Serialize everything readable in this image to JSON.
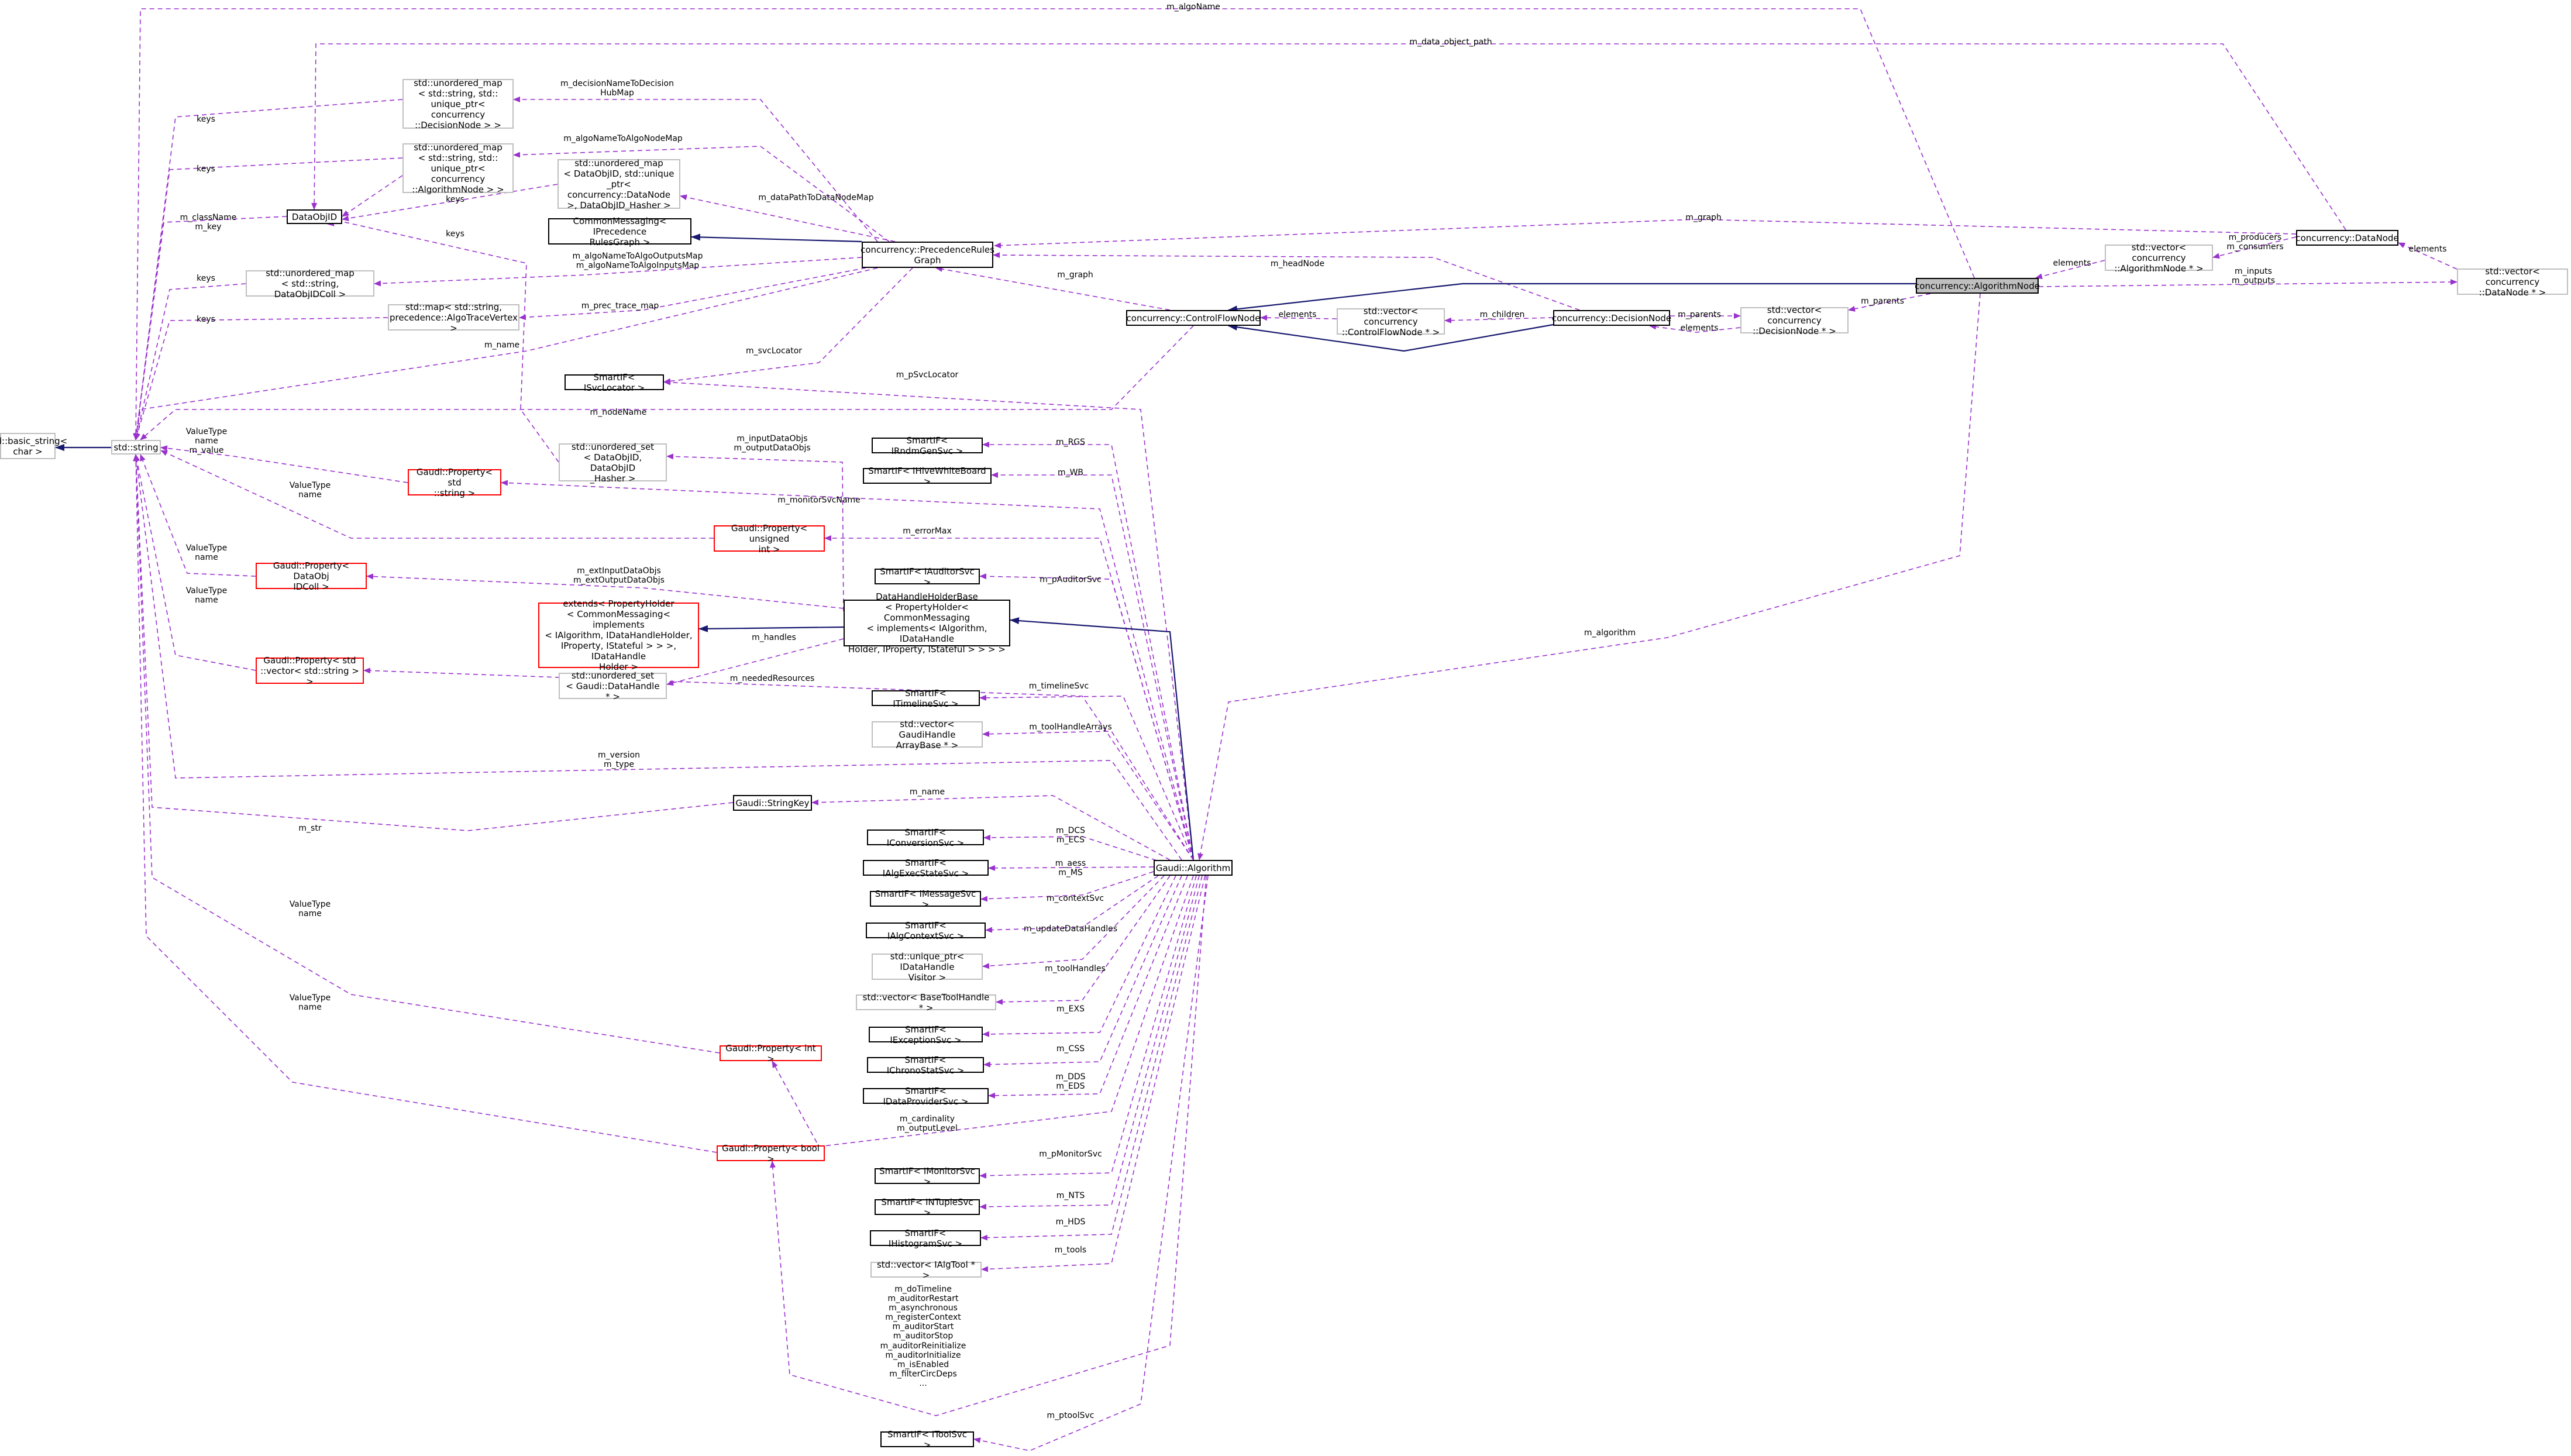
{
  "diagram": {
    "colors": {
      "member_edge": "#9a32cd",
      "inheritance_edge": "#191970",
      "focus_node_fill": "#bfbfbf",
      "class_border": "#000000",
      "undocumented_border": "#bfbfbf",
      "template_border": "#ff0000"
    },
    "nodes": [
      {
        "id": "n_basic_string",
        "label": "std::basic_string<\nchar >",
        "style": "grey"
      },
      {
        "id": "n_std_string",
        "label": "std::string",
        "style": "grey"
      },
      {
        "id": "n_dataobjid",
        "label": "DataObjID",
        "style": "black"
      },
      {
        "id": "n_umap_decision",
        "label": "std::unordered_map\n< std::string, std::\nunique_ptr< concurrency\n::DecisionNode > >",
        "style": "grey"
      },
      {
        "id": "n_umap_algorithm",
        "label": "std::unordered_map\n< std::string, std::\nunique_ptr< concurrency\n::AlgorithmNode > >",
        "style": "grey"
      },
      {
        "id": "n_umap_datapath",
        "label": "std::unordered_map\n< DataObjID, std::unique\n_ptr< concurrency::DataNode\n >, DataObjID_Hasher >",
        "style": "grey"
      },
      {
        "id": "n_irules",
        "label": "CommonMessaging< IPrecedence\nRulesGraph >",
        "style": "black"
      },
      {
        "id": "n_prgraph",
        "label": "concurrency::PrecedenceRules\nGraph",
        "style": "black"
      },
      {
        "id": "n_umap_idcoll",
        "label": "std::unordered_map\n< std::string, DataObjIDColl >",
        "style": "grey"
      },
      {
        "id": "n_map_trace",
        "label": "std::map< std::string,\nprecedence::AlgoTraceVertex >",
        "style": "grey"
      },
      {
        "id": "n_svclocator",
        "label": "SmartIF< ISvcLocator >",
        "style": "black"
      },
      {
        "id": "n_uset_dataobj",
        "label": "std::unordered_set\n< DataObjID, DataObjID\n_Hasher >",
        "style": "grey"
      },
      {
        "id": "n_prop_string",
        "label": "Gaudi::Property< std\n::string >",
        "style": "red"
      },
      {
        "id": "n_prop_uint",
        "label": "Gaudi::Property< unsigned\nint >",
        "style": "red"
      },
      {
        "id": "n_prop_idcoll",
        "label": "Gaudi::Property< DataObj\nIDColl >",
        "style": "red"
      },
      {
        "id": "n_extends",
        "label": "extends< PropertyHolder\n< CommonMessaging< implements\n< IAlgorithm, IDataHandleHolder,\n IProperty, IStateful > > >, IDataHandle\nHolder >",
        "style": "red"
      },
      {
        "id": "n_prop_vecstring",
        "label": "Gaudi::Property< std\n::vector< std::string > >",
        "style": "red"
      },
      {
        "id": "n_uset_datahandle",
        "label": "std::unordered_set\n< Gaudi::DataHandle * >",
        "style": "grey"
      },
      {
        "id": "n_dhhb",
        "label": "DataHandleHolderBase\n< PropertyHolder< CommonMessaging\n< implements< IAlgorithm, IDataHandle\nHolder, IProperty, IStateful > > > >",
        "style": "black"
      },
      {
        "id": "n_rndmgen",
        "label": "SmartIF< IRndmGenSvc >",
        "style": "black"
      },
      {
        "id": "n_hivewb",
        "label": "SmartIF< IHiveWhiteBoard >",
        "style": "black"
      },
      {
        "id": "n_auditorsvc",
        "label": "SmartIF< IAuditorSvc >",
        "style": "black"
      },
      {
        "id": "n_timelinesvc",
        "label": "SmartIF< ITimelineSvc >",
        "style": "black"
      },
      {
        "id": "n_vec_handlearray",
        "label": "std::vector< GaudiHandle\nArrayBase * >",
        "style": "grey"
      },
      {
        "id": "n_stringkey",
        "label": "Gaudi::StringKey",
        "style": "black"
      },
      {
        "id": "n_conversion",
        "label": "SmartIF< IConversionSvc >",
        "style": "black"
      },
      {
        "id": "n_algexecstate",
        "label": "SmartIF< IAlgExecStateSvc >",
        "style": "black"
      },
      {
        "id": "n_messagesvc",
        "label": "SmartIF< IMessageSvc >",
        "style": "black"
      },
      {
        "id": "n_algcontext",
        "label": "SmartIF< IAlgContextSvc >",
        "style": "black"
      },
      {
        "id": "n_uptr_visitor",
        "label": "std::unique_ptr< IDataHandle\nVisitor >",
        "style": "grey"
      },
      {
        "id": "n_vec_basetool",
        "label": "std::vector< BaseToolHandle * >",
        "style": "grey"
      },
      {
        "id": "n_exception",
        "label": "SmartIF< IExceptionSvc >",
        "style": "black"
      },
      {
        "id": "n_chrono",
        "label": "SmartIF< IChronoStatSvc >",
        "style": "black"
      },
      {
        "id": "n_dataprovider",
        "label": "SmartIF< IDataProviderSvc >",
        "style": "black"
      },
      {
        "id": "n_prop_int",
        "label": "Gaudi::Property< int >",
        "style": "red"
      },
      {
        "id": "n_prop_bool",
        "label": "Gaudi::Property< bool >",
        "style": "red"
      },
      {
        "id": "n_monitor",
        "label": "SmartIF< IMonitorSvc >",
        "style": "black"
      },
      {
        "id": "n_ntuple",
        "label": "SmartIF< INTupleSvc >",
        "style": "black"
      },
      {
        "id": "n_histogram",
        "label": "SmartIF< IHistogramSvc >",
        "style": "black"
      },
      {
        "id": "n_vec_algtool",
        "label": "std::vector< IAlgTool * >",
        "style": "grey"
      },
      {
        "id": "n_toolsvc",
        "label": "SmartIF< IToolSvc >",
        "style": "black"
      },
      {
        "id": "n_algorithm",
        "label": "Gaudi::Algorithm",
        "style": "black"
      },
      {
        "id": "n_cfnode",
        "label": "concurrency::ControlFlowNode",
        "style": "black"
      },
      {
        "id": "n_vec_cfnode",
        "label": "std::vector< concurrency\n::ControlFlowNode * >",
        "style": "grey"
      },
      {
        "id": "n_decisionnode",
        "label": "concurrency::DecisionNode",
        "style": "black"
      },
      {
        "id": "n_vec_decision",
        "label": "std::vector< concurrency\n::DecisionNode * >",
        "style": "grey"
      },
      {
        "id": "n_vec_algnode",
        "label": "std::vector< concurrency\n::AlgorithmNode * >",
        "style": "grey"
      },
      {
        "id": "n_datanode",
        "label": "concurrency::DataNode",
        "style": "black"
      },
      {
        "id": "n_algorithmnode",
        "label": "concurrency::AlgorithmNode",
        "style": "focus"
      },
      {
        "id": "n_vec_datanode",
        "label": "std::vector< concurrency\n::DataNode * >",
        "style": "grey"
      }
    ],
    "edge_labels": [
      {
        "id": "e_algoname",
        "text": "m_algoName"
      },
      {
        "id": "e_data_object_path",
        "text": "m_data_object_path"
      },
      {
        "id": "e_decision_hubmap",
        "text": "m_decisionNameToDecision\nHubMap"
      },
      {
        "id": "e_keys_1",
        "text": "keys"
      },
      {
        "id": "e_algoname_nodemap",
        "text": "m_algoNameToAlgoNodeMap"
      },
      {
        "id": "e_keys_2",
        "text": "keys"
      },
      {
        "id": "e_keys_3",
        "text": "keys"
      },
      {
        "id": "e_datapath_nodemap",
        "text": "m_dataPathToDataNodeMap"
      },
      {
        "id": "e_classname_key",
        "text": "m_className\nm_key"
      },
      {
        "id": "e_keys_4",
        "text": "keys"
      },
      {
        "id": "e_keys_5",
        "text": "keys"
      },
      {
        "id": "e_outputs_inputs_map",
        "text": "m_algoNameToAlgoOutputsMap\nm_algoNameToAlgoInputsMap"
      },
      {
        "id": "e_keys_6",
        "text": "keys"
      },
      {
        "id": "e_prec_trace_map",
        "text": "m_prec_trace_map"
      },
      {
        "id": "e_name_1",
        "text": "m_name"
      },
      {
        "id": "e_svclocator",
        "text": "m_svcLocator"
      },
      {
        "id": "e_psvclocator",
        "text": "m_pSvcLocator"
      },
      {
        "id": "e_nodename",
        "text": "m_nodeName"
      },
      {
        "id": "e_valuetype_1",
        "text": "ValueType\nname\nm_value"
      },
      {
        "id": "e_input_output_objs",
        "text": "m_inputDataObjs\nm_outputDataObjs"
      },
      {
        "id": "e_rgs",
        "text": "m_RGS"
      },
      {
        "id": "e_wb",
        "text": "m_WB"
      },
      {
        "id": "e_valuetype_2",
        "text": "ValueType\nname"
      },
      {
        "id": "e_monitorsvcname",
        "text": "m_monitorSvcName"
      },
      {
        "id": "e_errormax",
        "text": "m_errorMax"
      },
      {
        "id": "e_valuetype_3",
        "text": "ValueType\nname"
      },
      {
        "id": "e_ext_io_data",
        "text": "m_extInputDataObjs\nm_extOutputDataObjs"
      },
      {
        "id": "e_pauditorsvc",
        "text": "m_pAuditorSvc"
      },
      {
        "id": "e_valuetype_4",
        "text": "ValueType\nname"
      },
      {
        "id": "e_handles",
        "text": "m_handles"
      },
      {
        "id": "e_neededresources",
        "text": "m_neededResources"
      },
      {
        "id": "e_timelinesvc",
        "text": "m_timelineSvc"
      },
      {
        "id": "e_toolhandlearrays",
        "text": "m_toolHandleArrays"
      },
      {
        "id": "e_version_type",
        "text": "m_version\nm_type"
      },
      {
        "id": "e_name_2",
        "text": "m_name"
      },
      {
        "id": "e_str",
        "text": "m_str"
      },
      {
        "id": "e_dcs_ecs",
        "text": "m_DCS\nm_ECS"
      },
      {
        "id": "e_aess_ms",
        "text": "m_aess\nm_MS"
      },
      {
        "id": "e_contextsvc",
        "text": "m_contextSvc"
      },
      {
        "id": "e_updatedatahandles",
        "text": "m_updateDataHandles"
      },
      {
        "id": "e_valuetype_5",
        "text": "ValueType\nname"
      },
      {
        "id": "e_toolhandles",
        "text": "m_toolHandles"
      },
      {
        "id": "e_exs",
        "text": "m_EXS"
      },
      {
        "id": "e_css",
        "text": "m_CSS"
      },
      {
        "id": "e_dds_eds",
        "text": "m_DDS\nm_EDS"
      },
      {
        "id": "e_valuetype_6",
        "text": "ValueType\nname"
      },
      {
        "id": "e_cardinality",
        "text": "m_cardinality\nm_outputLevel"
      },
      {
        "id": "e_pmonitorsvc",
        "text": "m_pMonitorSvc"
      },
      {
        "id": "e_nts",
        "text": "m_NTS"
      },
      {
        "id": "e_hds",
        "text": "m_HDS"
      },
      {
        "id": "e_tools",
        "text": "m_tools"
      },
      {
        "id": "e_bool_flags",
        "text": "m_doTimeline\nm_auditorRestart\nm_asynchronous\nm_registerContext\nm_auditorStart\nm_auditorStop\nm_auditorReinitialize\nm_auditorInitialize\nm_isEnabled\nm_filterCircDeps\n..."
      },
      {
        "id": "e_ptoolsvc",
        "text": "m_ptoolSvc"
      },
      {
        "id": "e_graph_1",
        "text": "m_graph"
      },
      {
        "id": "e_headnode",
        "text": "m_headNode"
      },
      {
        "id": "e_graph_2",
        "text": "m_graph"
      },
      {
        "id": "e_elements_1",
        "text": "elements"
      },
      {
        "id": "e_children",
        "text": "m_children"
      },
      {
        "id": "e_parents_1",
        "text": "m_parents"
      },
      {
        "id": "e_elements_2",
        "text": "elements"
      },
      {
        "id": "e_parents_2",
        "text": "m_parents"
      },
      {
        "id": "e_elements_3",
        "text": "elements"
      },
      {
        "id": "e_producers_consumers",
        "text": "m_producers\nm_consumers"
      },
      {
        "id": "e_elements_4",
        "text": "elements"
      },
      {
        "id": "e_inputs_outputs",
        "text": "m_inputs\nm_outputs"
      },
      {
        "id": "e_algorithm",
        "text": "m_algorithm"
      }
    ]
  }
}
